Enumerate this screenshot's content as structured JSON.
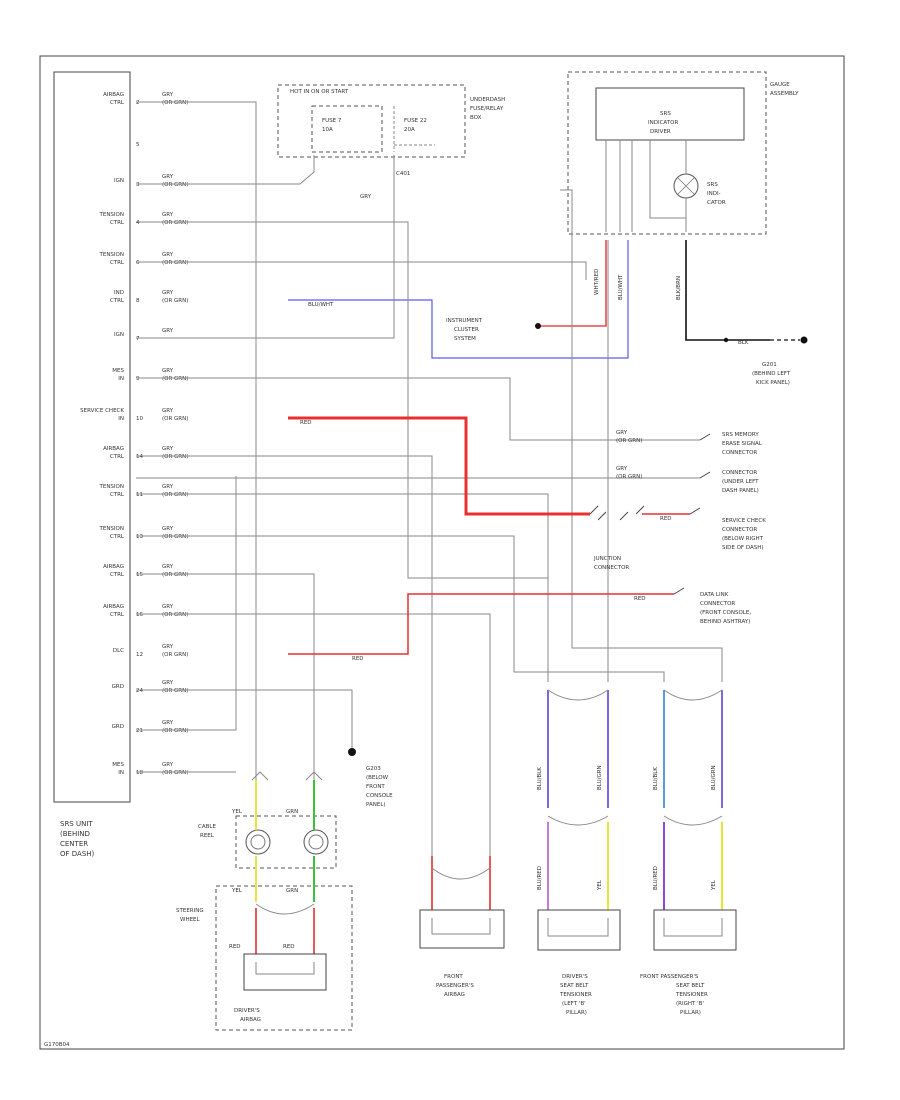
{
  "srs_unit": {
    "label": [
      "SRS UNIT",
      "(BEHIND",
      "CENTER",
      "OF DASH)"
    ],
    "pins": [
      {
        "name": "AIRBAG CTRL",
        "num": "2",
        "color": "GRY",
        "color2": "(OR GRN)"
      },
      {
        "name": "",
        "num": "5",
        "color": "",
        "color2": ""
      },
      {
        "name": "IGN",
        "num": "3",
        "color": "GRY",
        "color2": "(OR GRN)"
      },
      {
        "name": "TENSION CTRL",
        "num": "4",
        "color": "GRY",
        "color2": "(OR GRN)"
      },
      {
        "name": "TENSION CTRL",
        "num": "6",
        "color": "GRY",
        "color2": "(OR GRN)"
      },
      {
        "name": "IND CTRL",
        "num": "8",
        "color": "GRY",
        "color2": "(OR GRN)"
      },
      {
        "name": "IGN",
        "num": "7",
        "color": "GRY",
        "color2": ""
      },
      {
        "name": "MES IN",
        "num": "9",
        "color": "GRY",
        "color2": "(OR GRN)"
      },
      {
        "name": "SERVICE CHECK IN",
        "num": "10",
        "color": "GRY",
        "color2": "(OR GRN)"
      },
      {
        "name": "AIRBAG CTRL",
        "num": "14",
        "color": "GRY",
        "color2": "(OR GRN)"
      },
      {
        "name": "TENSION CTRL",
        "num": "11",
        "color": "GRY",
        "color2": "(OR GRN)"
      },
      {
        "name": "TENSION CTRL",
        "num": "13",
        "color": "GRY",
        "color2": "(OR GRN)"
      },
      {
        "name": "AIRBAG CTRL",
        "num": "15",
        "color": "GRY",
        "color2": "(OR GRN)"
      },
      {
        "name": "AIRBAG CTRL",
        "num": "16",
        "color": "GRY",
        "color2": "(OR GRN)"
      },
      {
        "name": "DLC",
        "num": "12",
        "color": "GRY",
        "color2": "(OR GRN)"
      },
      {
        "name": "GRD",
        "num": "24",
        "color": "GRY",
        "color2": "(OR GRN)"
      },
      {
        "name": "GRD",
        "num": "21",
        "color": "GRY",
        "color2": "(OR GRN)"
      },
      {
        "name": "MES IN",
        "num": "18",
        "color": "GRY",
        "color2": "(OR GRN)"
      }
    ]
  },
  "fuse_box": {
    "header": "HOT IN ON OR START",
    "fuse1": [
      "FUSE 7",
      "10A"
    ],
    "fuse2": [
      "FUSE 22",
      "20A"
    ],
    "label": [
      "UNDERDASH",
      "FUSE/RELAY",
      "BOX"
    ],
    "conn": "C401",
    "wire": "GRY"
  },
  "gauge": {
    "box": [
      "SRS",
      "INDICATOR",
      "DRIVER"
    ],
    "ind": [
      "SRS",
      "INDI-",
      "CATOR"
    ],
    "label": [
      "GAUGE",
      "ASSEMBLY"
    ],
    "w1": "WHT/RED",
    "w2": "BLU/WHT",
    "w3": "BLK/BRN",
    "ground": "G201",
    "ground_wire": "BLK",
    "ground_label": [
      "G201",
      "(BEHIND LEFT",
      "KICK PANEL)"
    ]
  },
  "wires": {
    "blu_wht": "BLU/WHT",
    "red1": "RED",
    "red2": "RED",
    "red3": "RED",
    "ic_label": [
      "INSTRUMENT",
      "CLUSTER",
      "SYSTEM"
    ]
  },
  "right_connectors": [
    {
      "wire": "GRY",
      "wire2": "(OR GRN)",
      "label": [
        "SRS MEMORY",
        "ERASE SIGNAL",
        "CONNECTOR"
      ]
    },
    {
      "wire": "GRY",
      "wire2": "(OR GRN)",
      "label": [
        "CONNECTOR",
        "(UNDER LEFT",
        "DASH PANEL)"
      ]
    },
    {
      "wire": "RED",
      "wire2": "",
      "label": [
        "SERVICE CHECK",
        "CONNECTOR",
        "(BELOW RIGHT",
        "SIDE OF DASH)"
      ]
    },
    {
      "wire": "RED",
      "wire2": "",
      "label": [
        "DATA LINK",
        "CONNECTOR",
        "(FRONT CONSOLE,",
        "BEHIND ASHTRAY)"
      ]
    }
  ],
  "junction": [
    "JUNCTION",
    "CONNECTOR"
  ],
  "g203": [
    "G203",
    "(BELOW",
    "FRONT",
    "CONSOLE",
    "PANEL)"
  ],
  "cable_reel": {
    "label": [
      "CABLE",
      "REEL"
    ],
    "w1": "YEL",
    "w2": "GRN"
  },
  "steering": {
    "label": [
      "STEERING",
      "WHEEL"
    ],
    "w1": "YEL",
    "w2": "GRN",
    "r1": "RED",
    "r2": "RED"
  },
  "drivers_airbag": [
    "DRIVER'S",
    "AIRBAG"
  ],
  "pass_airbag": [
    "FRONT",
    "PASSENGER'S",
    "AIRBAG"
  ],
  "drivers_tensioner": {
    "label": [
      "DRIVER'S",
      "SEAT BELT",
      "TENSIONER",
      "(LEFT 'B'",
      "PILLAR)"
    ],
    "w1": "BLU/BLK",
    "w2": "BLU/GRN",
    "w3": "BLU/RED",
    "w4": "YEL"
  },
  "pass_tensioner": {
    "label": [
      "FRONT PASSENGER'S",
      "SEAT BELT",
      "TENSIONER",
      "(RIGHT 'B'",
      "PILLAR)"
    ],
    "w1": "BLU/BLK",
    "w2": "BLU/GRN",
    "w3": "BLU/RED",
    "w4": "YEL"
  },
  "footer": "G170B04"
}
